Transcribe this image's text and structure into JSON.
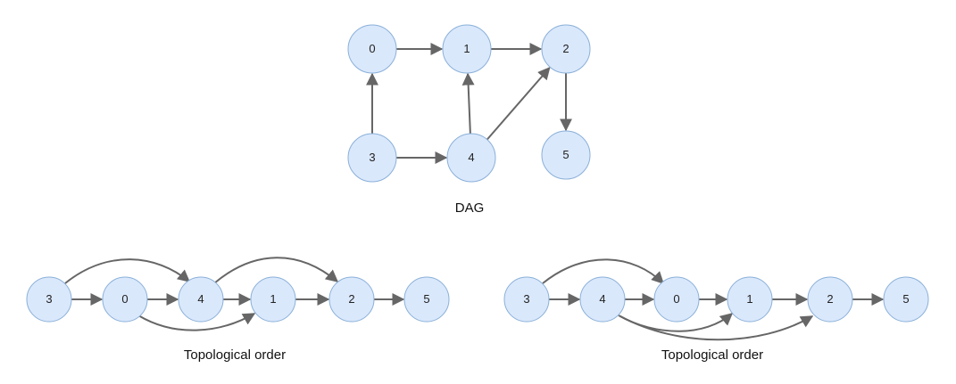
{
  "colors": {
    "node_fill": "#dae8fc",
    "node_stroke": "#8ab0d8",
    "edge": "#666666",
    "text": "#222222"
  },
  "dag": {
    "caption": "DAG",
    "nodes": [
      "0",
      "1",
      "2",
      "3",
      "4",
      "5"
    ],
    "edges": [
      [
        "0",
        "1"
      ],
      [
        "1",
        "2"
      ],
      [
        "3",
        "0"
      ],
      [
        "3",
        "4"
      ],
      [
        "4",
        "1"
      ],
      [
        "4",
        "2"
      ],
      [
        "2",
        "5"
      ]
    ]
  },
  "orders": [
    {
      "caption": "Topological order",
      "sequence": [
        "3",
        "0",
        "4",
        "1",
        "2",
        "5"
      ]
    },
    {
      "caption": "Topological order",
      "sequence": [
        "3",
        "4",
        "0",
        "1",
        "2",
        "5"
      ]
    }
  ]
}
